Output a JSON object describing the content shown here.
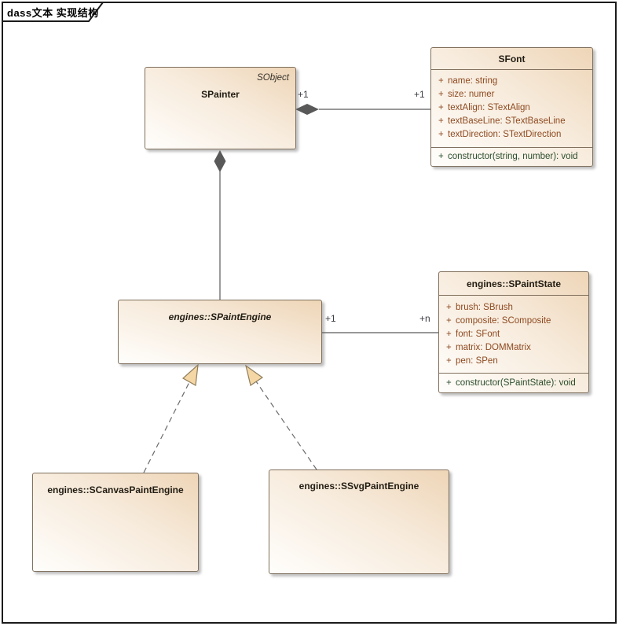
{
  "tab": {
    "label": "dass文本 实现结构"
  },
  "classes": {
    "spainter": {
      "name": "SPainter",
      "stereotype": "SObject"
    },
    "sfont": {
      "name": "SFont",
      "attributes": [
        {
          "vis": "+",
          "text": "name: string"
        },
        {
          "vis": "+",
          "text": "size: numer"
        },
        {
          "vis": "+",
          "text": "textAlign: STextAlign"
        },
        {
          "vis": "+",
          "text": "textBaseLine: STextBaseLine"
        },
        {
          "vis": "+",
          "text": "textDirection: STextDirection"
        }
      ],
      "operations": [
        {
          "vis": "+",
          "text": "constructor(string, number): void"
        }
      ]
    },
    "spaintengine": {
      "name": "engines::SPaintEngine"
    },
    "spaintstate": {
      "name": "engines::SPaintState",
      "attributes": [
        {
          "vis": "+",
          "text": "brush: SBrush"
        },
        {
          "vis": "+",
          "text": "composite: SComposite"
        },
        {
          "vis": "+",
          "text": "font: SFont"
        },
        {
          "vis": "+",
          "text": "matrix: DOMMatrix"
        },
        {
          "vis": "+",
          "text": "pen: SPen"
        }
      ],
      "operations": [
        {
          "vis": "+",
          "text": "constructor(SPaintState): void"
        }
      ]
    },
    "scanvaspaintengine": {
      "name": "engines::SCanvasPaintEngine"
    },
    "ssvgpaintengine": {
      "name": "engines::SSvgPaintEngine"
    }
  },
  "connectors": {
    "painter_font": {
      "type": "composition",
      "source_mult": "+1",
      "target_mult": "+1"
    },
    "painter_engine": {
      "type": "composition"
    },
    "engine_state": {
      "type": "association",
      "source_mult": "+1",
      "target_mult": "+n"
    },
    "canvas_engine": {
      "type": "realization"
    },
    "svg_engine": {
      "type": "realization"
    }
  },
  "colors": {
    "box_fill_top": "#eed5b7",
    "box_fill_bottom": "#fffefc",
    "box_border": "#80705d",
    "attribute_text": "#8e4a21",
    "operation_text": "#2b4d2b",
    "line": "#5a5a5a",
    "diamond_fill": "#595959",
    "arrowhead_fill": "#f4d7a4",
    "multiplicity_text": "#3a3a44"
  }
}
